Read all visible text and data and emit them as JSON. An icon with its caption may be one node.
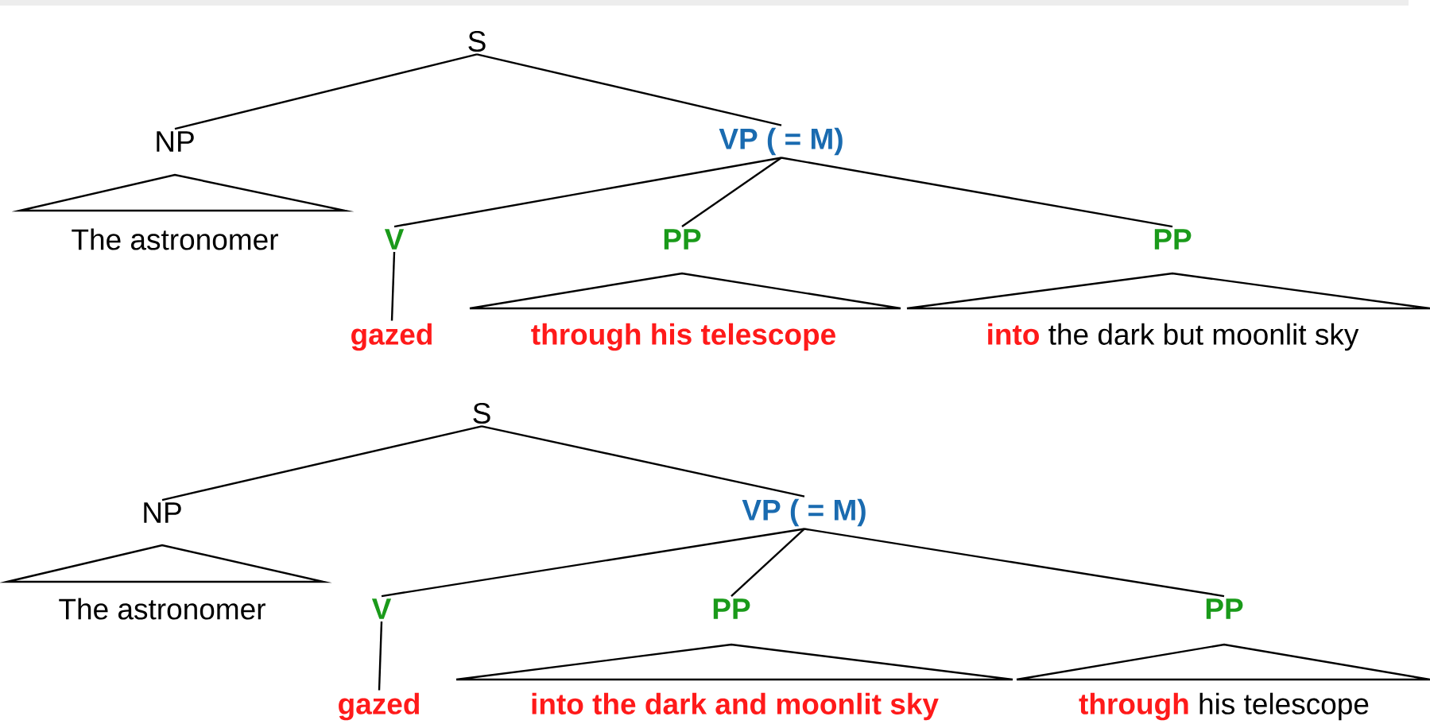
{
  "diagram": {
    "nodes": [
      {
        "text": [
          "S"
        ]
      },
      {
        "text": [
          "NP"
        ]
      },
      {
        "text": [
          "VP ( = M)"
        ]
      },
      {
        "text": [
          "The astronomer"
        ]
      },
      {
        "text": [
          "V"
        ]
      },
      {
        "text": [
          "PP"
        ]
      },
      {
        "text": [
          "PP"
        ]
      },
      {
        "text": [
          "gazed"
        ]
      },
      {
        "text": [
          "through his telescope"
        ]
      },
      {
        "text": [
          "**into** the dark but moonlit sky"
        ]
      },
      {
        "text": [
          "S"
        ]
      },
      {
        "text": [
          "NP"
        ]
      },
      {
        "text": [
          "VP ( = M)"
        ]
      },
      {
        "text": [
          "The astronomer"
        ]
      },
      {
        "text": [
          "V"
        ]
      },
      {
        "text": [
          "PP"
        ]
      },
      {
        "text": [
          "PP"
        ]
      },
      {
        "text": [
          "gazed"
        ]
      },
      {
        "text": [
          "into the dark and moonlit sky"
        ]
      },
      {
        "text": [
          "**through** his telescope"
        ]
      },
      {
        "text": [],
        "shape": "triangle"
      },
      {
        "text": [],
        "shape": "triangle"
      },
      {
        "text": [],
        "shape": "triangle"
      },
      {
        "text": [],
        "shape": "triangle"
      },
      {
        "text": [],
        "shape": "triangle"
      },
      {
        "text": [],
        "shape": "triangle"
      }
    ],
    "edges": [
      {
        "from": 0,
        "to": 1,
        "arrow": "none"
      },
      {
        "from": 0,
        "to": 2,
        "arrow": "none"
      },
      {
        "from": 2,
        "to": 4,
        "arrow": "none"
      },
      {
        "from": 2,
        "to": 5,
        "arrow": "none"
      },
      {
        "from": 2,
        "to": 6,
        "arrow": "none"
      },
      {
        "from": 4,
        "to": 7,
        "arrow": "none"
      },
      {
        "from": 10,
        "to": 11,
        "arrow": "none"
      },
      {
        "from": 10,
        "to": 12,
        "arrow": "none"
      },
      {
        "from": 12,
        "to": 14,
        "arrow": "none"
      },
      {
        "from": 12,
        "to": 15,
        "arrow": "none"
      },
      {
        "from": 12,
        "to": 16,
        "arrow": "none"
      },
      {
        "from": 14,
        "to": 17,
        "arrow": "none"
      }
    ]
  }
}
